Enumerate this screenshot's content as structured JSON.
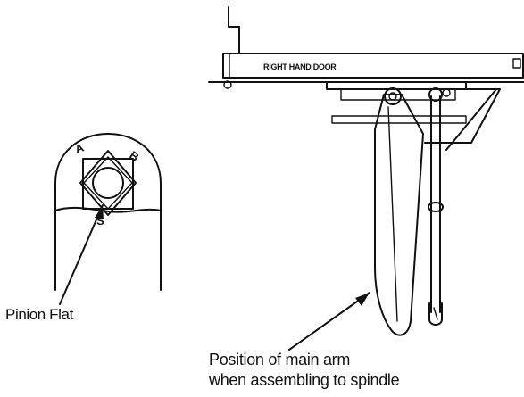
{
  "door_label": "RIGHT HAND DOOR",
  "pinion": {
    "mark_a": "A",
    "mark_b": "B",
    "mark_s": "S",
    "callout": "Pinion Flat"
  },
  "main_arm_callout": {
    "line1": "Position of main arm",
    "line2": "when assembling to spindle"
  }
}
